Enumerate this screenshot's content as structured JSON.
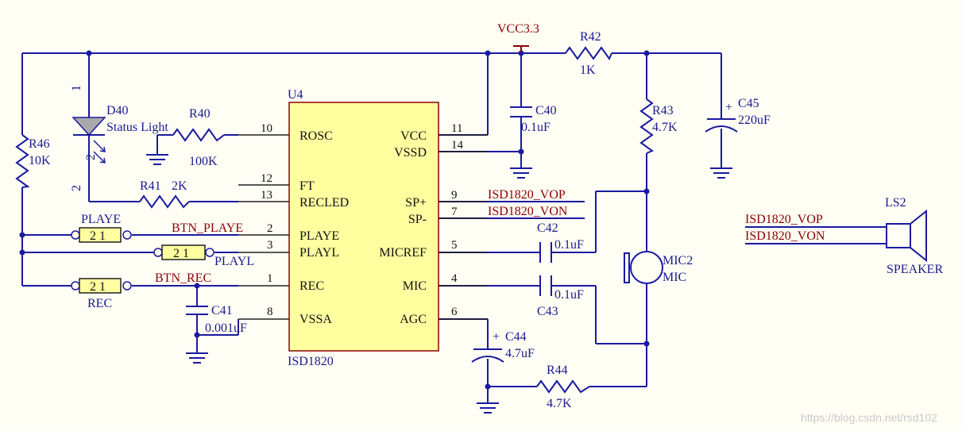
{
  "power": {
    "vcc": "VCC3.3"
  },
  "ic": {
    "ref": "U4",
    "part": "ISD1820",
    "left_pins": [
      {
        "num": "10",
        "name": "ROSC"
      },
      {
        "num": "12",
        "name": "FT"
      },
      {
        "num": "13",
        "name": "RECLED"
      },
      {
        "num": "2",
        "name": "PLAYE"
      },
      {
        "num": "3",
        "name": "PLAYL"
      },
      {
        "num": "1",
        "name": "REC"
      },
      {
        "num": "8",
        "name": "VSSA"
      }
    ],
    "right_pins": [
      {
        "num": "11",
        "name": "VCC"
      },
      {
        "num": "14",
        "name": "VSSD"
      },
      {
        "num": "9",
        "name": "SP+"
      },
      {
        "num": "7",
        "name": "SP-"
      },
      {
        "num": "5",
        "name": "MICREF"
      },
      {
        "num": "4",
        "name": "MIC"
      },
      {
        "num": "6",
        "name": "AGC"
      }
    ]
  },
  "components": {
    "r42": {
      "ref": "R42",
      "value": "1K"
    },
    "c40": {
      "ref": "C40",
      "value": "0.1uF"
    },
    "r43": {
      "ref": "R43",
      "value": "4.7K"
    },
    "c45": {
      "ref": "C45",
      "value": "220uF",
      "plus": "+"
    },
    "d40": {
      "ref": "D40",
      "value": "Status Light",
      "pin1": "1",
      "pin2": "2"
    },
    "r40": {
      "ref": "R40",
      "value": "100K"
    },
    "r41": {
      "ref": "R41",
      "value": "2K"
    },
    "r46": {
      "ref": "R46",
      "value": "10K"
    },
    "playe_btn": {
      "ref": "PLAYE",
      "pins": "2 1"
    },
    "playl_btn": {
      "ref": "PLAYL",
      "pins": "2 1"
    },
    "rec_btn": {
      "ref": "REC",
      "pins": "2 1"
    },
    "c41": {
      "ref": "C41",
      "value": "0.001uF"
    },
    "c42": {
      "ref": "C42",
      "value": "0.1uF"
    },
    "c43": {
      "ref": "C43",
      "value": "0.1uF"
    },
    "c44": {
      "ref": "C44",
      "value": "4.7uF",
      "plus": "+"
    },
    "r44": {
      "ref": "R44",
      "value": "4.7K"
    },
    "mic2": {
      "ref": "MIC2",
      "value": "MIC"
    },
    "ls2": {
      "ref": "LS2",
      "value": "SPEAKER"
    }
  },
  "nets": {
    "btn_playe": "BTN_PLAYE",
    "btn_rec": "BTN_REC",
    "vop": "ISD1820_VOP",
    "von": "ISD1820_VON"
  },
  "watermark": "https://blog.csdn.net/rsd102"
}
